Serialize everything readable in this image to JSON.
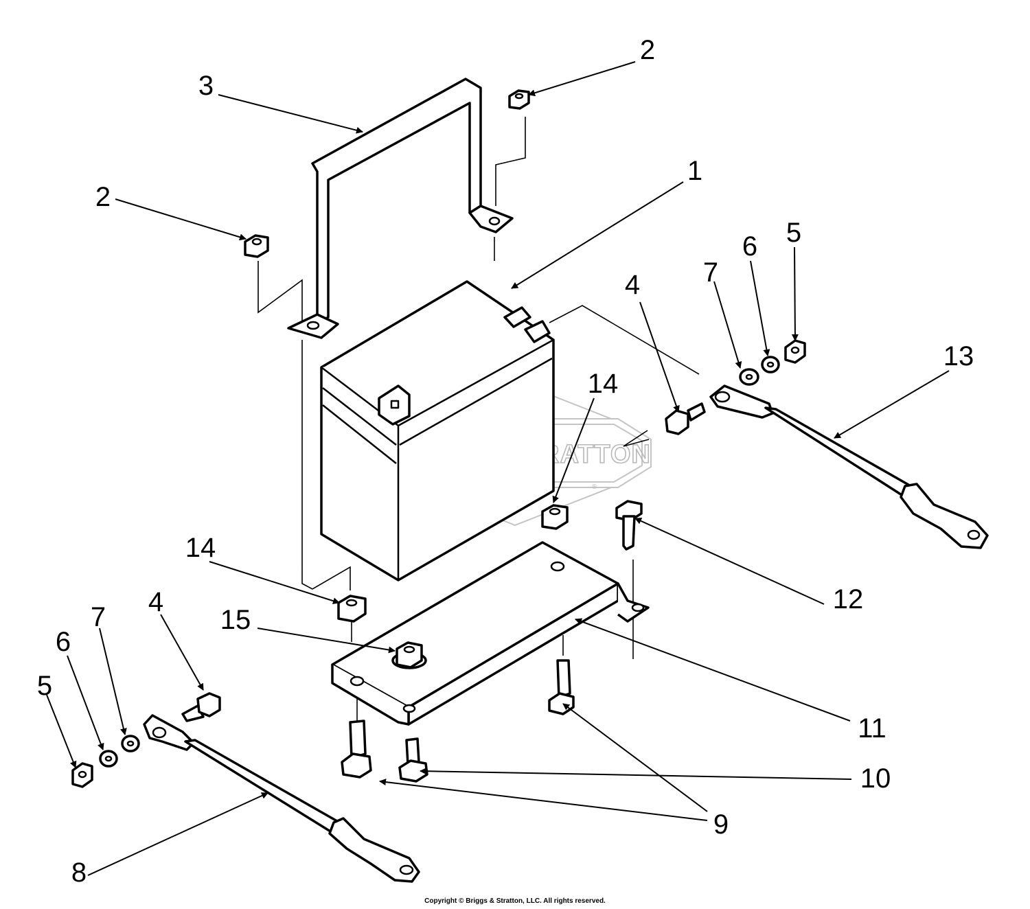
{
  "watermark": {
    "brand": "BRIGGS&STRATTON",
    "mark": "®"
  },
  "copyright": "Copyright © Briggs & Stratton, LLC. All rights reserved.",
  "callouts": [
    {
      "id": "c1",
      "label": "1"
    },
    {
      "id": "c2a",
      "label": "2"
    },
    {
      "id": "c2b",
      "label": "2"
    },
    {
      "id": "c3",
      "label": "3"
    },
    {
      "id": "c4a",
      "label": "4"
    },
    {
      "id": "c4b",
      "label": "4"
    },
    {
      "id": "c5a",
      "label": "5"
    },
    {
      "id": "c5b",
      "label": "5"
    },
    {
      "id": "c6a",
      "label": "6"
    },
    {
      "id": "c6b",
      "label": "6"
    },
    {
      "id": "c7a",
      "label": "7"
    },
    {
      "id": "c7b",
      "label": "7"
    },
    {
      "id": "c8",
      "label": "8"
    },
    {
      "id": "c9",
      "label": "9"
    },
    {
      "id": "c10",
      "label": "10"
    },
    {
      "id": "c11",
      "label": "11"
    },
    {
      "id": "c12",
      "label": "12"
    },
    {
      "id": "c13",
      "label": "13"
    },
    {
      "id": "c14a",
      "label": "14"
    },
    {
      "id": "c14b",
      "label": "14"
    },
    {
      "id": "c15",
      "label": "15"
    }
  ]
}
